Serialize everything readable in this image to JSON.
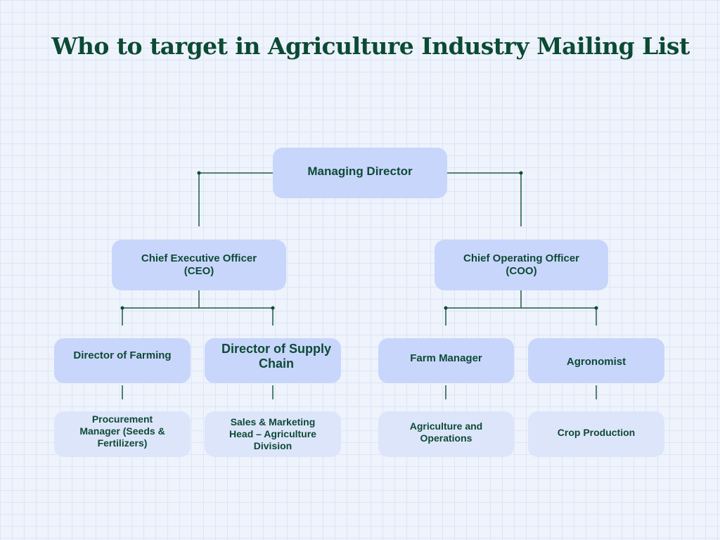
{
  "title": "Who to target in Agriculture Industry Mailing List",
  "nodes": {
    "md": "Managing Director",
    "ceo": "Chief Executive Officer (CEO)",
    "coo": "Chief Operating Officer (COO)",
    "dir_farming": "Director of Farming",
    "dir_supply": "Director of Supply Chain",
    "farm_manager": "Farm Manager",
    "agronomist": "Agronomist",
    "procurement": "Procurement Manager (Seeds & Fertilizers)",
    "sales": "Sales & Marketing Head – Agriculture Division",
    "agri_ops": "Agriculture and Operations",
    "crop": "Crop Production"
  },
  "colors": {
    "line": "#0d4a36",
    "box": "#c9d6fb",
    "box_light": "#dde5fb",
    "text": "#0d4a36"
  }
}
